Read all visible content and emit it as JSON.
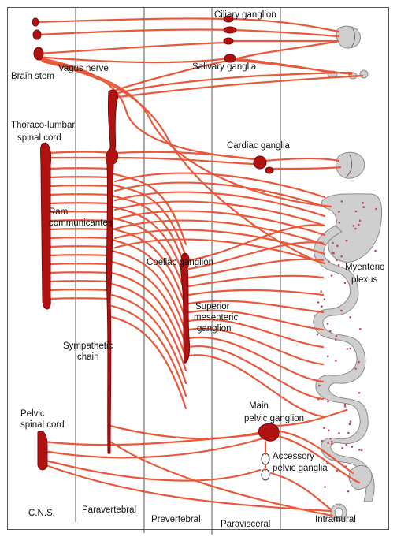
{
  "colors": {
    "nerve": "#e8583a",
    "ganglion": "#b01212",
    "organ_fill": "#cfcfcf",
    "organ_stroke": "#8a8a8a",
    "dots": "#c04a5a",
    "divider": "#555555"
  },
  "columns": [
    "C.N.S.",
    "Paravertebral",
    "Prevertebral",
    "Paravisceral",
    "Intramural"
  ],
  "labels": {
    "brain_stem": "Brain stem",
    "vagus_nerve": "Vagus nerve",
    "ciliary_ganglion": "Ciliary ganglion",
    "salivary_ganglia": "Salivary ganglia",
    "thoraco_1": "Thoraco-lumbar",
    "thoraco_2": "spinal cord",
    "cardiac_ganglia": "Cardiac ganglia",
    "rami_1": "Rami",
    "rami_2": "communicantes",
    "coeliac_ganglion": "Coeliac ganglion",
    "myenteric_1": "Myenteric",
    "myenteric_2": "plexus",
    "superior_1": "Superior",
    "superior_2": "mesenteric",
    "superior_3": "ganglion",
    "sympathetic_1": "Sympathetic",
    "sympathetic_2": "chain",
    "main_pelvic_1": "Main",
    "main_pelvic_2": "pelvic ganglion",
    "pelvic_cord_1": "Pelvic",
    "pelvic_cord_2": "spinal cord",
    "accessory_1": "Accessory",
    "accessory_2": "pelvic ganglia"
  }
}
